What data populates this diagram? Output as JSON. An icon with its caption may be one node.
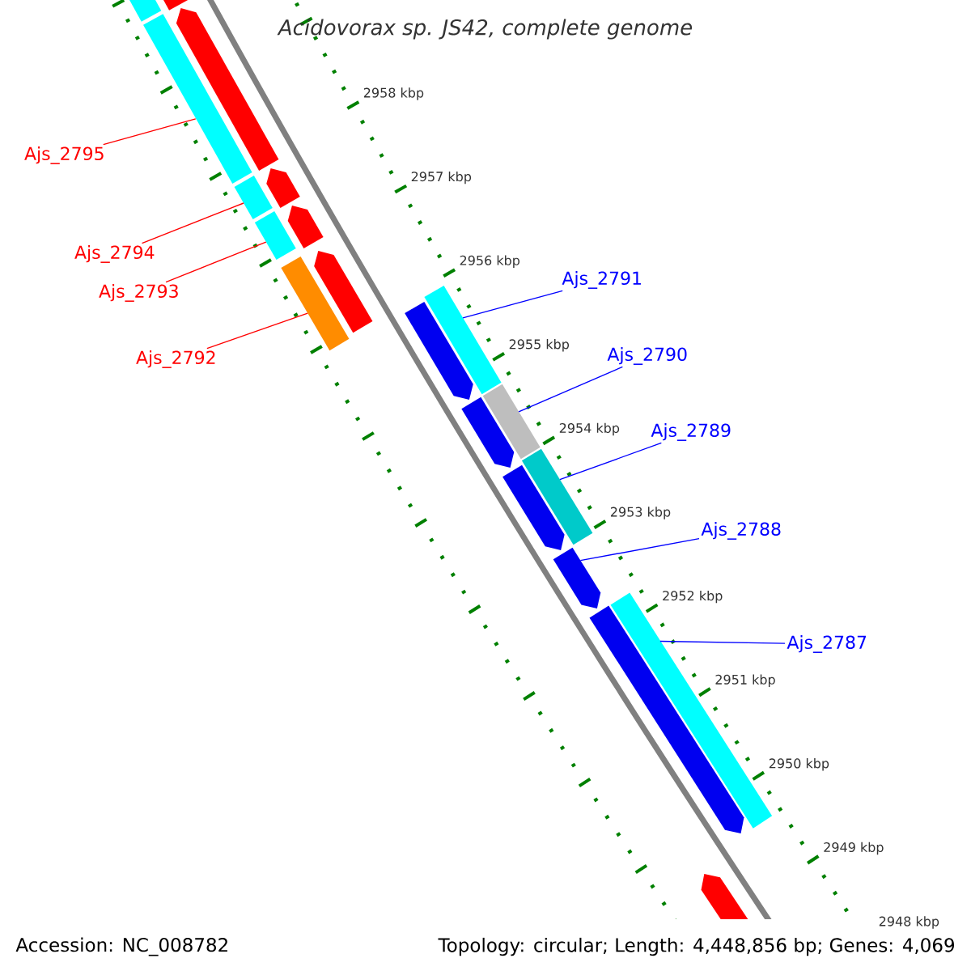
{
  "diagram": {
    "title": "Acidovorax sp. JS42, complete genome",
    "nodes": [
      {
        "text": [
          "Ajs_2795"
        ]
      },
      {
        "text": [
          "Ajs_2794"
        ]
      },
      {
        "text": [
          "Ajs_2793"
        ]
      },
      {
        "text": [
          "Ajs_2792"
        ]
      },
      {
        "text": [
          "Ajs_2791"
        ]
      },
      {
        "text": [
          "Ajs_2790"
        ]
      },
      {
        "text": [
          "Ajs_2789"
        ]
      },
      {
        "text": [
          "Ajs_2788"
        ]
      },
      {
        "text": [
          "Ajs_2787"
        ]
      },
      {
        "text": [],
        "shape": "bar"
      },
      {
        "text": [],
        "shape": "bar"
      },
      {
        "text": [],
        "shape": "bar"
      },
      {
        "text": [],
        "shape": "bar"
      },
      {
        "text": [],
        "shape": "bar"
      },
      {
        "text": [],
        "shape": "arrow"
      },
      {
        "text": [],
        "shape": "arrow"
      },
      {
        "text": [],
        "shape": "arrow"
      },
      {
        "text": [],
        "shape": "arrow"
      },
      {
        "text": [],
        "shape": "arrow"
      },
      {
        "text": [],
        "shape": "bar"
      },
      {
        "text": [],
        "shape": "bar"
      },
      {
        "text": [],
        "shape": "bar"
      },
      {
        "text": [],
        "shape": "bar"
      },
      {
        "text": [],
        "shape": "arrow"
      },
      {
        "text": [],
        "shape": "arrow"
      },
      {
        "text": [],
        "shape": "arrow"
      },
      {
        "text": [],
        "shape": "arrow"
      },
      {
        "text": [],
        "shape": "arrow"
      },
      {
        "text": [],
        "shape": "arrow"
      }
    ],
    "edges": [
      {
        "from": 0,
        "to": 10,
        "arrow": "none",
        "color": "#ff0000"
      },
      {
        "from": 1,
        "to": 11,
        "arrow": "none",
        "color": "#ff0000"
      },
      {
        "from": 2,
        "to": 12,
        "arrow": "none",
        "color": "#ff0000"
      },
      {
        "from": 3,
        "to": 13,
        "arrow": "none",
        "color": "#ff0000"
      },
      {
        "from": 4,
        "to": 19,
        "arrow": "none",
        "color": "#0000ff"
      },
      {
        "from": 5,
        "to": 20,
        "arrow": "none",
        "color": "#0000ff"
      },
      {
        "from": 6,
        "to": 21,
        "arrow": "none",
        "color": "#0000ff"
      },
      {
        "from": 7,
        "to": 26,
        "arrow": "none",
        "color": "#0000ff"
      },
      {
        "from": 8,
        "to": 22,
        "arrow": "none",
        "color": "#0000ff"
      }
    ],
    "labels": [
      "2958 kbp",
      "2957 kbp",
      "2956 kbp",
      "2955 kbp",
      "2954 kbp",
      "2953 kbp",
      "2952 kbp",
      "2951 kbp",
      "2950 kbp",
      "2949 kbp",
      "2948 kbp",
      "Accession: NC_008782",
      "Topology: circular; Length: 4,448,856 bp; Genes: 4,069"
    ]
  }
}
